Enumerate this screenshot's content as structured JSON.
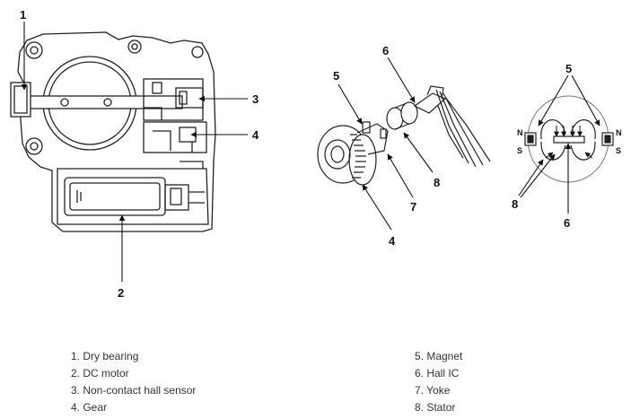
{
  "callouts": {
    "left": {
      "c1": "1",
      "c2": "2",
      "c3": "3",
      "c4": "4"
    },
    "middle": {
      "c4": "4",
      "c5": "5",
      "c6": "6",
      "c7": "7",
      "c8": "8"
    },
    "right": {
      "c5": "5",
      "c6": "6",
      "c8": "8"
    }
  },
  "pole_labels": {
    "n_left": "N",
    "s_left": "S",
    "n_right": "N",
    "s_right": "S"
  },
  "legend": {
    "left": [
      "1. Dry bearing",
      "2. DC motor",
      "3. Non-contact hall sensor",
      "4. Gear"
    ],
    "right": [
      "5. Magnet",
      "6. Hall IC",
      "7. Yoke",
      "8. Stator"
    ]
  }
}
